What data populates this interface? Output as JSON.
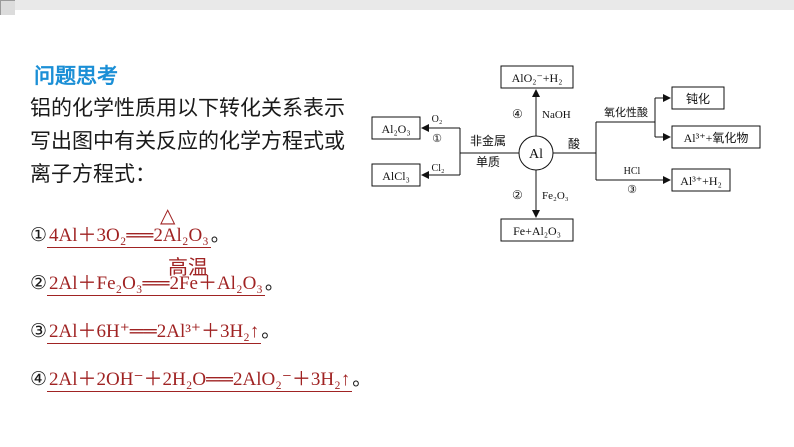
{
  "heading": "问题思考",
  "intro": "铝的化学性质用以下转化关系表示写出图中有关反应的化学方程式或离子方程式：",
  "equations": [
    {
      "num": "①",
      "text": "4Al＋3O₂══2Al₂O₃",
      "condition": "△"
    },
    {
      "num": "②",
      "text": "2Al＋Fe₂O₃══2Fe＋Al₂O₃",
      "condition": "高温"
    },
    {
      "num": "③",
      "text": "2Al＋6H⁺══2Al³⁺＋3H₂↑",
      "condition": ""
    },
    {
      "num": "④",
      "text": "2Al＋2OH⁻＋2H₂O══2AlO₂⁻＋3H₂↑",
      "condition": ""
    }
  ],
  "diagram": {
    "center": "Al",
    "top_box": "AlO₂⁻+H₂",
    "top_mark": "④",
    "top_reagent": "NaOH",
    "bottom_box": "Fe+Al₂O₃",
    "bottom_mark": "②",
    "bottom_reagent": "Fe₂O₃",
    "left_label_1": "非金属",
    "left_label_2": "单质",
    "left_box_top": "Al₂O₃",
    "left_top_reagent": "O₂",
    "left_top_mark": "①",
    "left_box_bottom": "AlCl₃",
    "left_bottom_reagent": "Cl₂",
    "right_label": "酸",
    "ox_label": "氧化性酸",
    "ox_box_1": "钝化",
    "ox_box_2": "Al³⁺+氧化物",
    "hcl_label": "HCl",
    "hcl_mark": "③",
    "hcl_box": "Al³⁺+H₂"
  }
}
